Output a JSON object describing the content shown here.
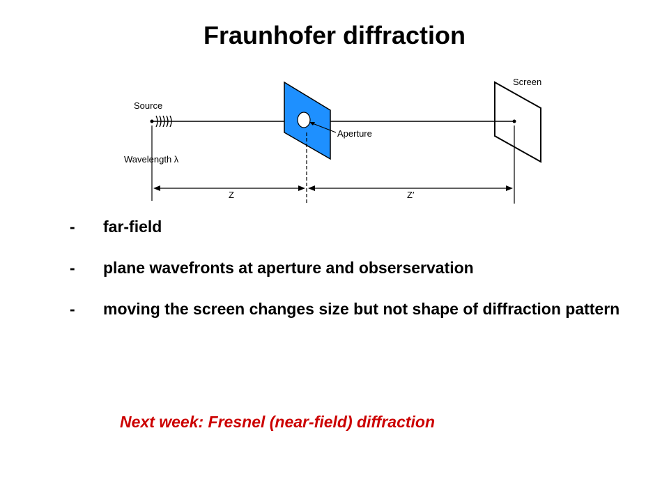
{
  "slide": {
    "title": "Fraunhofer diffraction",
    "diagram": {
      "source_label": "Source",
      "wavelength_label": "Wavelength λ",
      "aperture_label": "Aperture",
      "screen_label": "Screen",
      "z_label": "Z",
      "z_prime_label": "Z′",
      "aperture_color": "#1e90ff"
    },
    "bullets": [
      {
        "dash": "-",
        "text": "far-field"
      },
      {
        "dash": "-",
        "text": "plane wavefronts at aperture and obserservation"
      },
      {
        "dash": "-",
        "text": "moving the screen changes size but not shape of diffraction pattern"
      }
    ],
    "note": "Next week: Fresnel (near-field) diffraction",
    "note_color": "#cc0000"
  }
}
